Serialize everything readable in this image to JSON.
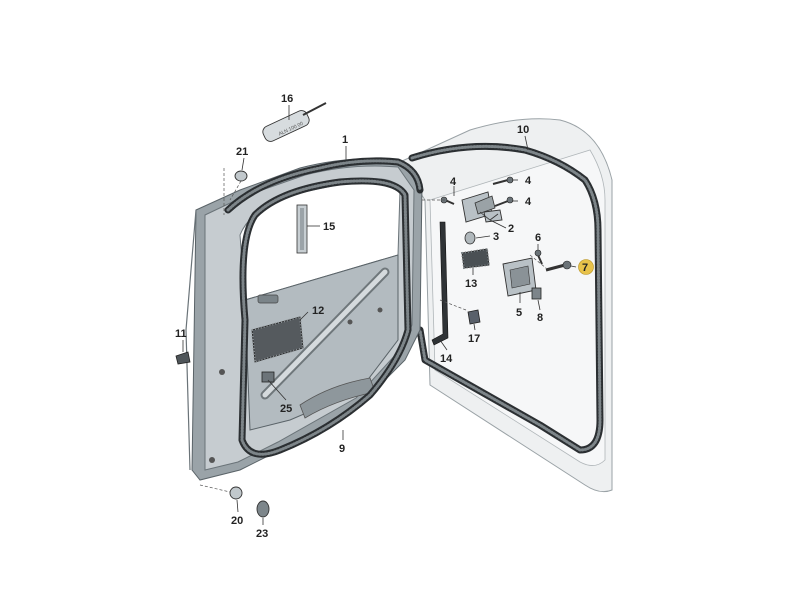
{
  "diagram": {
    "labels": {
      "p1": "1",
      "p2": "2",
      "p3": "3",
      "p4a": "4",
      "p4b": "4",
      "p4c": "4",
      "p5": "5",
      "p6": "6",
      "p7": "7",
      "p8": "8",
      "p9": "9",
      "p10": "10",
      "p11": "11",
      "p12": "12",
      "p13": "13",
      "p14": "14",
      "p15": "15",
      "p16": "16",
      "p17": "17",
      "p20": "20",
      "p21": "21",
      "p23": "23",
      "p25": "25"
    },
    "highlight_color": "#e8c24a",
    "panel_color": "#c6ccd0",
    "seal_color": "#2b2f32"
  }
}
